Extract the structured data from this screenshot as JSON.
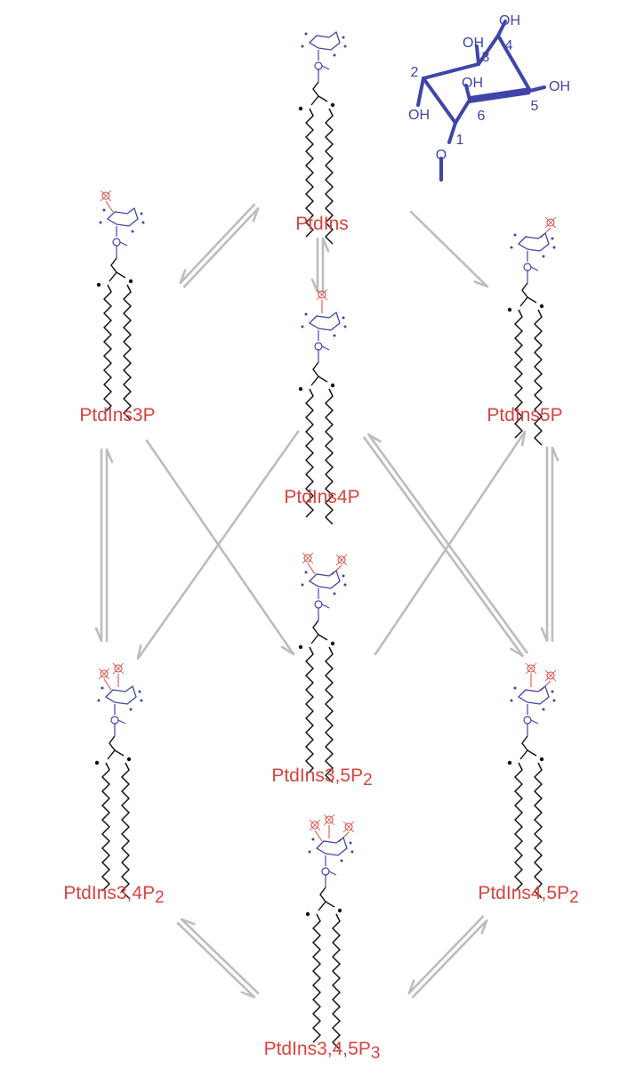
{
  "colors": {
    "label": "#d9443f",
    "inositol": "#3f45a8",
    "phosphate": "#d9443f",
    "chain": "#111111",
    "arrow": "#bdbdbd"
  },
  "inositol_ring": {
    "numbers": [
      "1",
      "2",
      "3",
      "4",
      "5",
      "6"
    ],
    "hydroxyls": [
      "OH",
      "OH",
      "OH",
      "OH",
      "OH"
    ],
    "oxygen": "O"
  },
  "lipids": [
    {
      "id": "ptdins",
      "label": "PtdIns",
      "sub": "",
      "phosphates": []
    },
    {
      "id": "ptdins3p",
      "label": "PtdIns3P",
      "sub": "",
      "phosphates": [
        3
      ]
    },
    {
      "id": "ptdins5p",
      "label": "PtdIns5P",
      "sub": "",
      "phosphates": [
        5
      ]
    },
    {
      "id": "ptdins4p",
      "label": "PtdIns4P",
      "sub": "",
      "phosphates": [
        4
      ]
    },
    {
      "id": "ptdins35p2",
      "label": "PtdIns3,5P",
      "sub": "2",
      "phosphates": [
        3,
        5
      ]
    },
    {
      "id": "ptdins34p2",
      "label": "PtdIns3,4P",
      "sub": "2",
      "phosphates": [
        3,
        4
      ]
    },
    {
      "id": "ptdins45p2",
      "label": "PtdIns4,5P",
      "sub": "2",
      "phosphates": [
        4,
        5
      ]
    },
    {
      "id": "ptdins345p3",
      "label": "PtdIns3,4,5P",
      "sub": "3",
      "phosphates": [
        3,
        4,
        5
      ]
    }
  ],
  "conversions": [
    {
      "from": "ptdins",
      "to": "ptdins3p",
      "reversible": true
    },
    {
      "from": "ptdins",
      "to": "ptdins4p",
      "reversible": true
    },
    {
      "from": "ptdins",
      "to": "ptdins5p",
      "reversible": false
    },
    {
      "from": "ptdins3p",
      "to": "ptdins34p2",
      "reversible": true
    },
    {
      "from": "ptdins3p",
      "to": "ptdins35p2",
      "reversible": false
    },
    {
      "from": "ptdins4p",
      "to": "ptdins34p2",
      "reversible": false
    },
    {
      "from": "ptdins4p",
      "to": "ptdins45p2",
      "reversible": true
    },
    {
      "from": "ptdins5p",
      "to": "ptdins45p2",
      "reversible": true
    },
    {
      "from": "ptdins35p2",
      "to": "ptdins5p",
      "reversible": false
    },
    {
      "from": "ptdins34p2",
      "to": "ptdins345p3",
      "reversible": true
    },
    {
      "from": "ptdins45p2",
      "to": "ptdins345p3",
      "reversible": true
    }
  ]
}
